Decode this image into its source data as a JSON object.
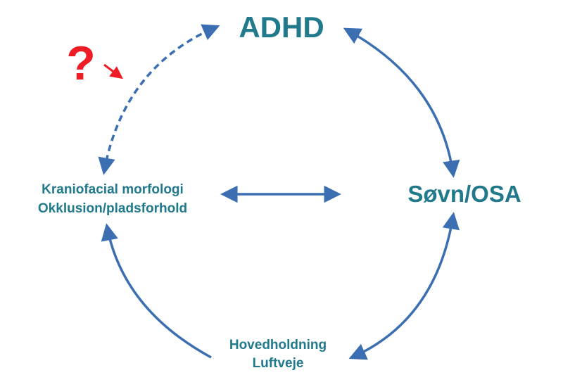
{
  "nodes": {
    "adhd": "ADHD",
    "sleep": "Søvn/OSA",
    "craniofacial": {
      "line1": "Kraniofacial morfologi",
      "line2": "Okklusion/pladsforhold"
    },
    "posture": {
      "line1": "Hovedholdning",
      "line2": "Luftveje"
    }
  },
  "annotation": {
    "question": "?"
  },
  "colors": {
    "node_text": "#217a8c",
    "arrow": "#3b6fb2",
    "question": "#ee1c24"
  }
}
